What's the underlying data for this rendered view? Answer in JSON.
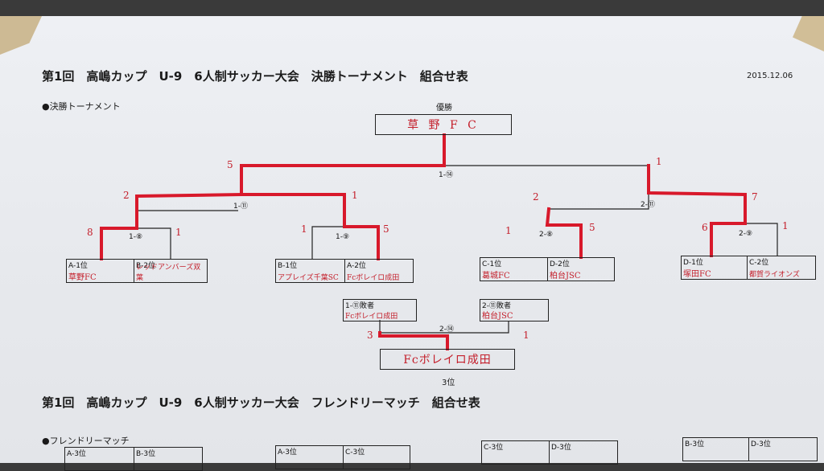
{
  "header": {
    "title": "第1回　高嶋カップ　U-9　6人制サッカー大会　決勝トーナメント　組合せ表",
    "date": "2015.12.06",
    "section_label": "●決勝トーナメント"
  },
  "final": {
    "label": "優勝",
    "winner": "草 野 F C",
    "match": "1-⑭"
  },
  "semis": {
    "left_match": "1-⑪",
    "right_match": "2-⑪",
    "left_score": "5",
    "right_score": "1"
  },
  "quarters": {
    "q1_match": "1-⑧",
    "q2_match": "1-⑨",
    "q3_match": "2-⑧",
    "q4_match": "2-⑨",
    "s1_left": "2",
    "s1_right": "1",
    "s2_left": "2",
    "s2_right": "7"
  },
  "scores": {
    "q1_left": "8",
    "q1_right": "1",
    "q2_left": "1",
    "q2_right": "5",
    "q3_left": "1",
    "q3_right": "5",
    "q4_left": "6",
    "q4_right": "1"
  },
  "teams": [
    {
      "label": "A-1位",
      "value": "草野FC"
    },
    {
      "label": "B-2位",
      "value": "レッドアンバーズ双葉"
    },
    {
      "label": "B-1位",
      "value": "アプレイズ千葉SC"
    },
    {
      "label": "A-2位",
      "value": "Fcボレイロ成田"
    },
    {
      "label": "C-1位",
      "value": "葛城FC"
    },
    {
      "label": "D-2位",
      "value": "柏台JSC"
    },
    {
      "label": "D-1位",
      "value": "塚田FC"
    },
    {
      "label": "C-2位",
      "value": "都賀ライオンズ"
    }
  ],
  "third_place": {
    "left_label": "1-⑪敗者",
    "left_value": "Fcボレイロ成田",
    "right_label": "2-⑪敗者",
    "right_value": "柏台JSC",
    "match": "2-⑭",
    "left_score": "3",
    "right_score": "1",
    "winner": "Fcボレイロ成田",
    "place_label": "3位"
  },
  "friendly": {
    "title": "第1回　高嶋カップ　U-9　6人制サッカー大会　フレンドリーマッチ　組合せ表",
    "section_label": "●フレンドリーマッチ",
    "boxes": [
      {
        "l1": "A-3位",
        "l2": "B-3位",
        "v1": "",
        "v2": ""
      },
      {
        "l1": "A-3位",
        "l2": "C-3位",
        "v1": "",
        "v2": ""
      },
      {
        "l1": "C-3位",
        "l2": "D-3位",
        "v1": "",
        "v2": ""
      },
      {
        "l1": "B-3位",
        "l2": "D-3位",
        "v1": "",
        "v2": ""
      }
    ]
  },
  "colors": {
    "winner_line": "#d8192b",
    "ink": "#222222",
    "pen_red": "#c41e2a",
    "pen_blue": "#243a8c"
  }
}
